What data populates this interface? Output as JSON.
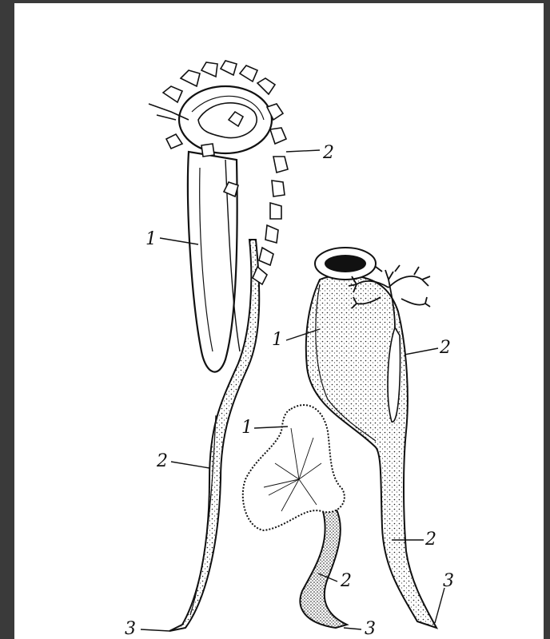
{
  "labels": {
    "tall_1": "1",
    "tall_2_top": "2",
    "tall_2_bottom": "2",
    "tall_3": "3",
    "mid_1": "1",
    "mid_2": "2",
    "mid_3": "3",
    "right_1": "1",
    "right_2_top": "2",
    "right_2_bottom": "2",
    "right_3": "3"
  }
}
